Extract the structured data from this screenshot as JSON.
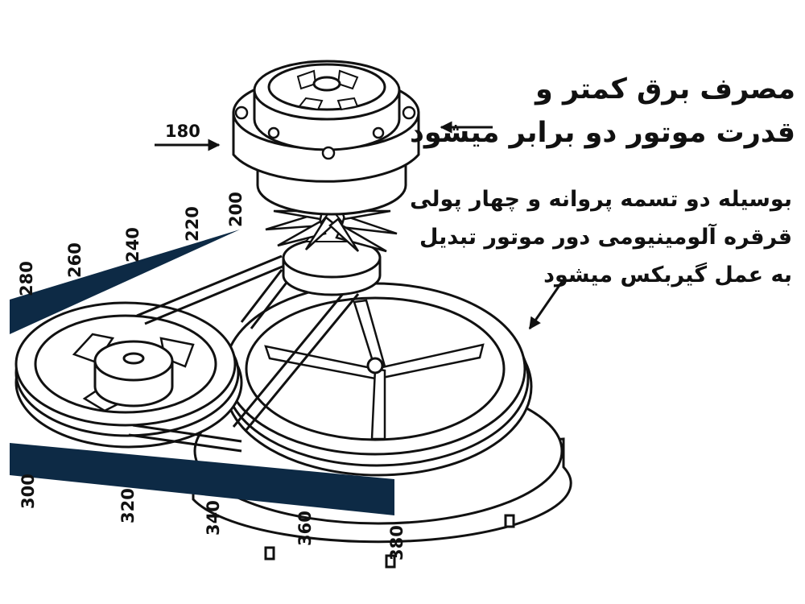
{
  "headline": {
    "line1": "مصرف برق کمتر و",
    "line2": "قدرت موتور دو برابر میشود"
  },
  "description": {
    "line1": "بوسیله دو تسمه پروانه و چهار پولی",
    "line2": "قرقره آلومینیومی دور موتور تبدیل",
    "line3": "به عمل گیربکس میشود"
  },
  "motor_label": "180",
  "upper_scale": [
    "280",
    "260",
    "240",
    "220",
    "200"
  ],
  "lower_scale": [
    "300",
    "320",
    "340",
    "360",
    "380"
  ],
  "colors": {
    "scale_bar": "#0d2a45",
    "line_art": "#111111",
    "background": "#ffffff"
  }
}
